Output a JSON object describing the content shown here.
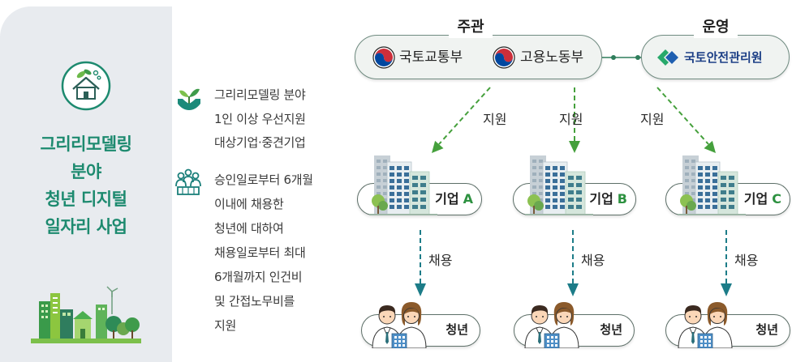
{
  "left_panel": {
    "icon": "eco-house-icon",
    "title_lines": [
      "그리리모델링",
      "분야",
      "청년 디지털",
      "일자리 사업"
    ],
    "illustration": "green-city-icon"
  },
  "info_blocks": [
    {
      "icon": "hands-plant-icon",
      "lines": [
        "그리리모델링 분야",
        "1인 이상 우선지원",
        "대상기업·중견기업"
      ]
    },
    {
      "icon": "people-meeting-icon",
      "lines": [
        "승인일로부터 6개월",
        "이내에 채용한",
        "청년에 대하여",
        "채용일로부터 최대",
        "6개월까지 인건비",
        "및 간접노무비를",
        "지원"
      ]
    }
  ],
  "organizer": {
    "label": "주관",
    "ministries": [
      {
        "name": "국토교통부",
        "icon": "government-emblem-icon"
      },
      {
        "name": "고용노동부",
        "icon": "government-emblem-icon"
      }
    ]
  },
  "operator": {
    "label": "운영",
    "name": "국토안전관리원",
    "icon": "kalis-logo-icon"
  },
  "support_labels": [
    "지원",
    "지원",
    "지원"
  ],
  "companies": [
    {
      "prefix": "기업",
      "letter": "A",
      "icon": "office-building-icon"
    },
    {
      "prefix": "기업",
      "letter": "B",
      "icon": "office-building-icon"
    },
    {
      "prefix": "기업",
      "letter": "C",
      "icon": "office-building-icon"
    }
  ],
  "hire_labels": [
    "채용",
    "채용",
    "채용"
  ],
  "youth": [
    {
      "label": "청년",
      "icon": "young-workers-icon"
    },
    {
      "label": "청년",
      "icon": "young-workers-icon"
    },
    {
      "label": "청년",
      "icon": "young-workers-icon"
    }
  ],
  "colors": {
    "title": "#1d8a6f",
    "support_arrow": "#45a03c",
    "hire_arrow": "#1c7c88",
    "company_letter": "#2d9140",
    "operator_text": "#1c3f86",
    "panel_bg": "#e8ebef"
  }
}
